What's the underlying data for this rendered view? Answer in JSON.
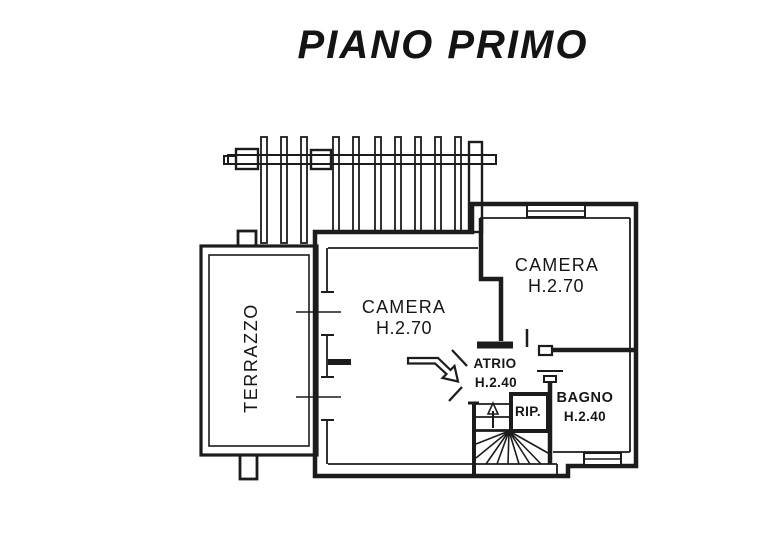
{
  "title": "PIANO PRIMO",
  "colors": {
    "background": "#ffffff",
    "line": "#1c1c1c"
  },
  "rooms": {
    "terrazzo": {
      "label": "TERRAZZO"
    },
    "camera_center": {
      "label": "CAMERA",
      "height": "H.2.70"
    },
    "camera_right": {
      "label": "CAMERA",
      "height": "H.2.70"
    },
    "atrio": {
      "label": "ATRIO",
      "height": "H.2.40"
    },
    "rip": {
      "label": "RIP."
    },
    "bagno": {
      "label": "BAGNO",
      "height": "H.2.40"
    }
  }
}
